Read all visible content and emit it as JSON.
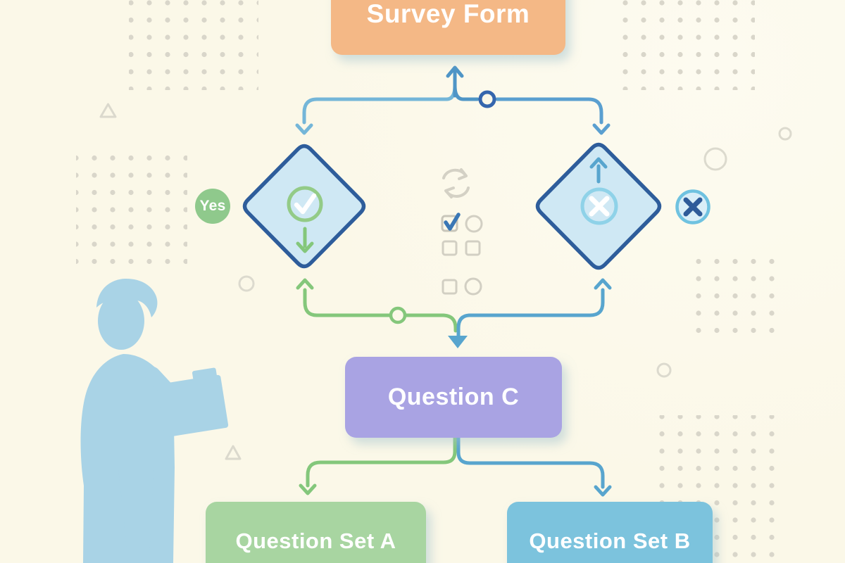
{
  "diagram": {
    "survey_form": {
      "label": "Survey Form",
      "color": "#f4b886"
    },
    "branch_yes": {
      "label": "Yes",
      "color": "#8fc98c"
    },
    "question_c": {
      "label": "Question C",
      "color": "#a9a3e3"
    },
    "question_set_a": {
      "label": "Question Set A",
      "color": "#a8d5a1"
    },
    "question_set_b": {
      "label": "Question Set B",
      "color": "#7cc3dd"
    }
  },
  "icons": {
    "check_circle": "✓",
    "cross_circle": "✕",
    "cross_badge": "✕",
    "arrow_up": "↑",
    "arrow_down": "↓",
    "refresh": "⟳",
    "checkbox_checked": "☑",
    "checkbox_empty": "☐",
    "radio_empty": "○"
  },
  "colors": {
    "background": "#fbf8e8",
    "flow_blue": "#5a9fd0",
    "flow_blue_light": "#74b6d8",
    "flow_blue_dark": "#4f95c6",
    "flow_green": "#84c77b",
    "diamond_fill": "#cfe8f4",
    "diamond_border": "#2e5d9b",
    "node_ring_navy": "#3566ad",
    "cross_badge_ring": "#6fc2e0",
    "cross_badge_fill": "#d9eef8",
    "cross_badge_x": "#2e5b99",
    "decor_gray": "#d9d6ca",
    "person_blue": "#a9d3e6"
  }
}
